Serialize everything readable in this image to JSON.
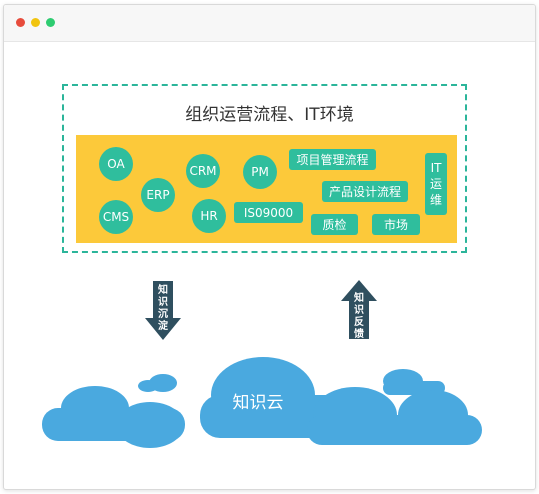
{
  "window": {
    "dots": [
      "#e74c3c",
      "#f1c40f",
      "#2ecc71"
    ]
  },
  "diagram": {
    "title": "组织运营流程、IT环境",
    "colors": {
      "panel": "#fcc93a",
      "node": "#2fbe9d",
      "arrow": "#2f4f5f",
      "cloud": "#4aa9df",
      "border": "#2bb59a"
    },
    "circles": {
      "oa": "OA",
      "cms": "CMS",
      "erp": "ERP",
      "crm": "CRM",
      "hr": "HR",
      "pm": "PM"
    },
    "pills": {
      "project": "项目管理流程",
      "product": "产品设计流程",
      "iso": "IS09000",
      "quality": "质检",
      "market": "市场"
    },
    "itops": [
      "IT",
      "运",
      "维"
    ],
    "arrow_down": [
      "知",
      "识",
      "沉",
      "淀"
    ],
    "arrow_up": [
      "知",
      "识",
      "反",
      "馈"
    ],
    "cloud_label": "知识云"
  }
}
